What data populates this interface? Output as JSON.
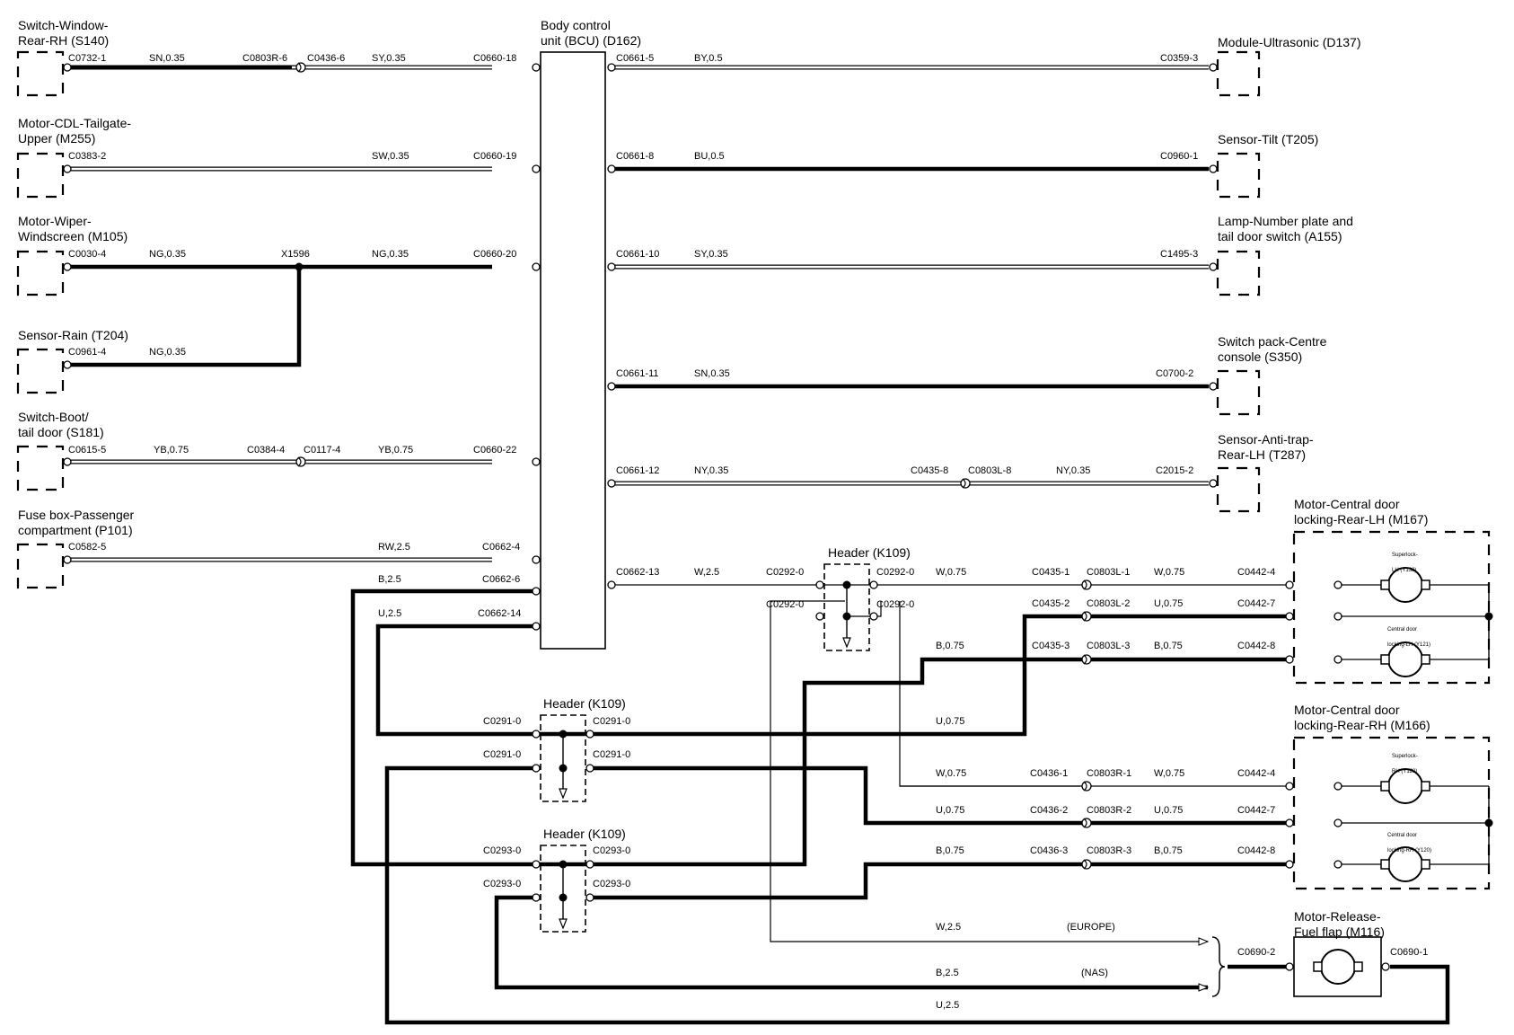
{
  "components": {
    "s140": "Switch-Window-\nRear-RH (S140)",
    "m255": "Motor-CDL-Tailgate-\nUpper (M255)",
    "m105": "Motor-Wiper-\nWindscreen (M105)",
    "t204": "Sensor-Rain (T204)",
    "s181": "Switch-Boot/\ntail door (S181)",
    "p101": "Fuse box-Passenger\ncompartment (P101)",
    "bcu": "Body control\nunit (BCU) (D162)",
    "d137": "Module-Ultrasonic (D137)",
    "t205": "Sensor-Tilt (T205)",
    "a155": "Lamp-Number plate and\ntail door switch (A155)",
    "s350": "Switch pack-Centre\nconsole (S350)",
    "t287": "Sensor-Anti-trap-\nRear-LH (T287)",
    "m167": "Motor-Central door\nlocking-Rear-LH (M167)",
    "m166": "Motor-Central door\nlocking-Rear-RH (M166)",
    "m116": "Motor-Release-\nFuel flap (M116)",
    "header": "Header (K109)",
    "y138": "Superlock-\nLH (Y138)",
    "y121": "Central door\nlocking-LH (Y121)",
    "y128": "Superlock-\nRH (Y128)",
    "y120": "Central door\nlocking-RH (Y120)"
  },
  "labels": {
    "C0732-1": "C0732-1",
    "SN,0.35": "SN,0.35",
    "C0803R-6": "C0803R-6",
    "C0436-6": "C0436-6",
    "SY,0.35": "SY,0.35",
    "C0660-18": "C0660-18",
    "C0661-5": "C0661-5",
    "BY,0.5": "BY,0.5",
    "C0359-3": "C0359-3",
    "C0383-2": "C0383-2",
    "SW,0.35": "SW,0.35",
    "C0660-19": "C0660-19",
    "C0661-8": "C0661-8",
    "BU,0.5": "BU,0.5",
    "C0960-1": "C0960-1",
    "C0030-4": "C0030-4",
    "NG,0.35": "NG,0.35",
    "X1596": "X1596",
    "C0660-20": "C0660-20",
    "C0661-10": "C0661-10",
    "C1495-3": "C1495-3",
    "C0961-4": "C0961-4",
    "C0661-11": "C0661-11",
    "C0700-2": "C0700-2",
    "C0615-5": "C0615-5",
    "YB,0.75": "YB,0.75",
    "C0384-4": "C0384-4",
    "C0117-4": "C0117-4",
    "C0660-22": "C0660-22",
    "C0661-12": "C0661-12",
    "NY,0.35": "NY,0.35",
    "C0435-8": "C0435-8",
    "C0803L-8": "C0803L-8",
    "C2015-2": "C2015-2",
    "C0582-5": "C0582-5",
    "RW,2.5": "RW,2.5",
    "C0662-4": "C0662-4",
    "B,2.5": "B,2.5",
    "C0662-6": "C0662-6",
    "U,2.5": "U,2.5",
    "C0662-14": "C0662-14",
    "C0662-13": "C0662-13",
    "W,2.5": "W,2.5",
    "C0292-0": "C0292-0",
    "W,0.75": "W,0.75",
    "C0435-1": "C0435-1",
    "C0803L-1": "C0803L-1",
    "C0442-4": "C0442-4",
    "C0435-2": "C0435-2",
    "C0803L-2": "C0803L-2",
    "U,0.75": "U,0.75",
    "C0442-7": "C0442-7",
    "B,0.75": "B,0.75",
    "C0435-3": "C0435-3",
    "C0803L-3": "C0803L-3",
    "C0442-8": "C0442-8",
    "C0291-0": "C0291-0",
    "C0436-1": "C0436-1",
    "C0803R-1": "C0803R-1",
    "C0436-2": "C0436-2",
    "C0803R-2": "C0803R-2",
    "C0293-0": "C0293-0",
    "C0436-3": "C0436-3",
    "C0803R-3": "C0803R-3",
    "EUROPE": "(EUROPE)",
    "NAS": "(NAS)",
    "C0690-2": "C0690-2",
    "C0690-1": "C0690-1"
  }
}
